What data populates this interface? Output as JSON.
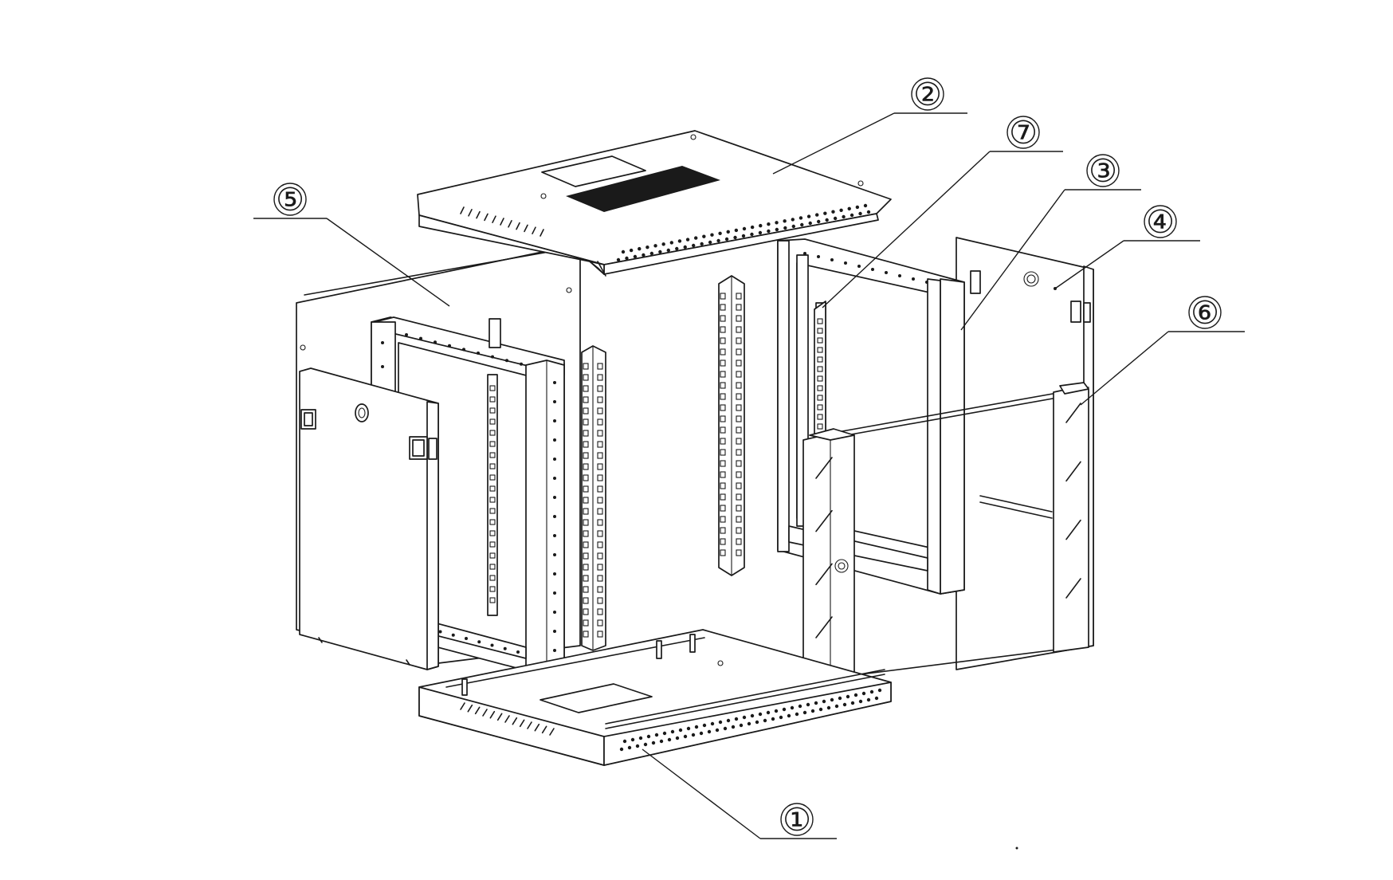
{
  "callouts": [
    {
      "id": "callout-1",
      "label": "①"
    },
    {
      "id": "callout-2",
      "label": "②"
    },
    {
      "id": "callout-3",
      "label": "③"
    },
    {
      "id": "callout-4",
      "label": "④"
    },
    {
      "id": "callout-5",
      "label": "⑤"
    },
    {
      "id": "callout-6",
      "label": "⑥"
    },
    {
      "id": "callout-7",
      "label": "⑦"
    }
  ],
  "colors": {
    "line": "#1a1a1a",
    "background": "#ffffff"
  }
}
